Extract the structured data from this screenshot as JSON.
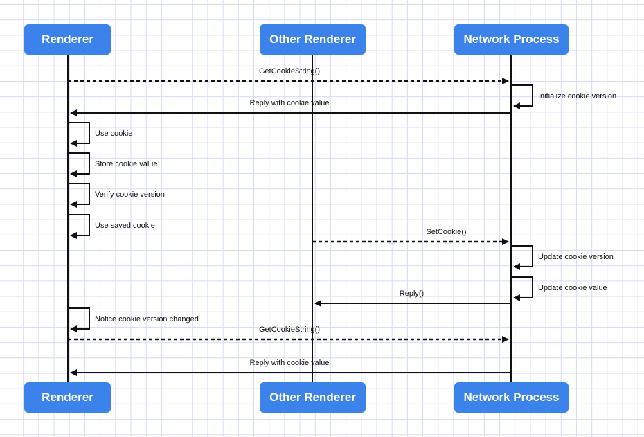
{
  "participants": [
    {
      "id": "renderer",
      "label": "Renderer"
    },
    {
      "id": "other",
      "label": "Other Renderer"
    },
    {
      "id": "network",
      "label": "Network Process"
    }
  ],
  "colors": {
    "participant_box": "#3b82ea",
    "line": "#111111",
    "grid": "#d6dcf0"
  },
  "messages": [
    {
      "from": "renderer",
      "to": "network",
      "style": "dashed",
      "label": "GetCookieString()"
    },
    {
      "self": "network",
      "label": "Initialize cookie version"
    },
    {
      "from": "network",
      "to": "renderer",
      "style": "solid",
      "label": "Reply with cookie value"
    },
    {
      "self": "renderer",
      "label": "Use cookie"
    },
    {
      "self": "renderer",
      "label": "Store cookie value"
    },
    {
      "self": "renderer",
      "label": "Verify cookie version"
    },
    {
      "self": "renderer",
      "label": "Use saved cookie"
    },
    {
      "from": "other",
      "to": "network",
      "style": "dashed",
      "label": "SetCookie()"
    },
    {
      "self": "network",
      "label": "Update cookie version"
    },
    {
      "self": "network",
      "label": "Update cookie value"
    },
    {
      "from": "network",
      "to": "other",
      "style": "solid",
      "label": "Reply()"
    },
    {
      "self": "renderer",
      "label": "Notice cookie version changed"
    },
    {
      "from": "renderer",
      "to": "network",
      "style": "dashed",
      "label": "GetCookieString()"
    },
    {
      "from": "network",
      "to": "renderer",
      "style": "solid",
      "label": "Reply with cookie value"
    }
  ]
}
